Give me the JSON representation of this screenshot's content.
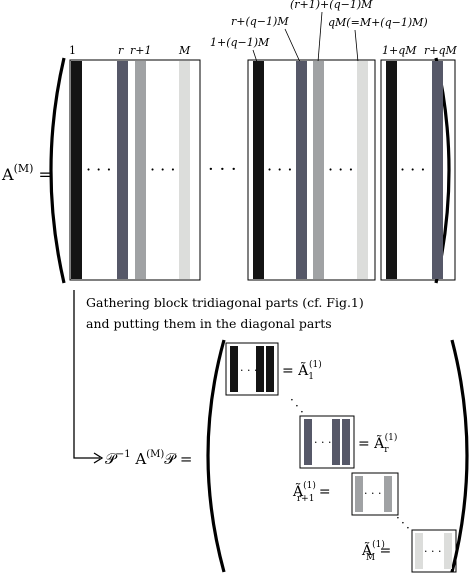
{
  "matrix_label": "A(M) =",
  "column_labels": {
    "c1": "1",
    "cr": "r",
    "cr1": "r+1",
    "cM": "M",
    "c1q": "1+(q−1)M",
    "crq": "r+(q−1)M",
    "cr1q": "(r+1)+(q−1)M",
    "cqM": "qM(=M+(q−1)M)",
    "c1qM": "1+qM",
    "crqM": "r+qM"
  },
  "ellipsis": "· · ·",
  "note_line1": "Gathering block tridiagonal parts (cf. Fig.1)",
  "note_line2": "and putting them in the diagonal parts",
  "transform_label": "P−1 A(M) P =",
  "block_labels": {
    "b1": "= Ã1(1)",
    "br": "= Ãr(1)",
    "br1": "Ãr+1(1) =",
    "bM": "ÃM(1) ="
  },
  "colors": {
    "col_1": "#141414",
    "col_r": "#565868",
    "col_r1": "#a0a2a4",
    "col_M": "#dcdddb"
  }
}
